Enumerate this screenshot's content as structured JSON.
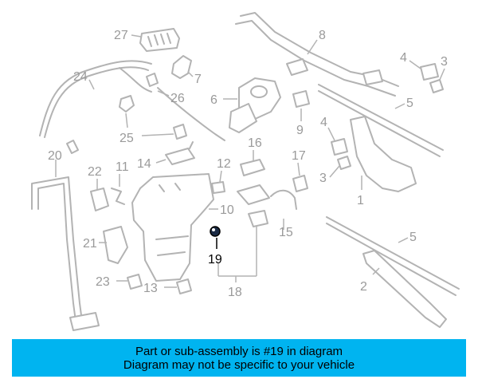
{
  "diagram": {
    "labels": {
      "p1": "1",
      "p2": "2",
      "p3a": "3",
      "p3b": "3",
      "p4a": "4",
      "p4b": "4",
      "p5a": "5",
      "p5b": "5",
      "p6": "6",
      "p7": "7",
      "p8": "8",
      "p9": "9",
      "p10": "10",
      "p11": "11",
      "p12": "12",
      "p13": "13",
      "p14": "14",
      "p15": "15",
      "p16": "16",
      "p17": "17",
      "p18": "18",
      "p19": "19",
      "p20": "20",
      "p21": "21",
      "p22": "22",
      "p23": "23",
      "p24": "24",
      "p25": "25",
      "p26": "26",
      "p27": "27"
    },
    "highlighted_part": "19"
  },
  "banner": {
    "line1": "Part or sub-assembly is #19 in diagram",
    "line2": "Diagram may not be specific to your vehicle",
    "background": "#00b4f0"
  },
  "colors": {
    "part_lines": "#b3b3b3",
    "labels": "#9a9a9a",
    "highlight": "#000000"
  }
}
